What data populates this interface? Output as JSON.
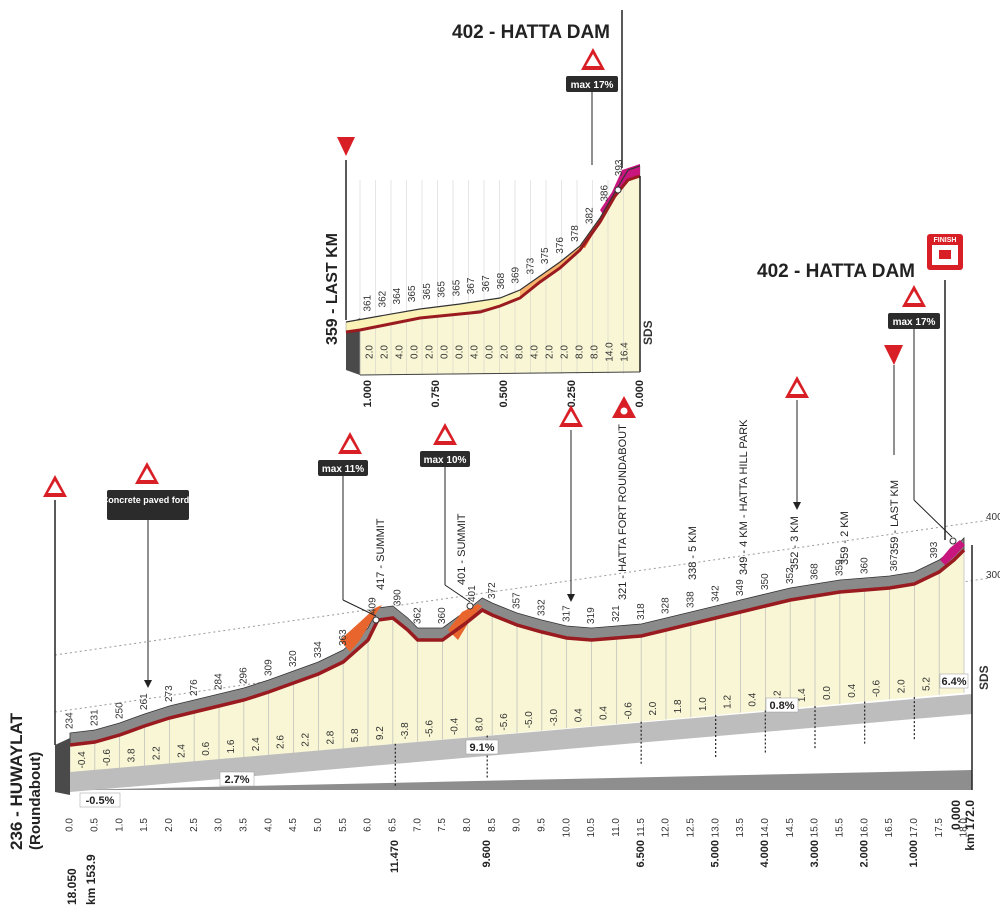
{
  "colors": {
    "profile_line": "#9a1b1f",
    "profile_fill": "#f8f6d4",
    "gray_band": "#8e8e8e",
    "dark_band": "#4a4a4a",
    "steep_orange": "#e8662e",
    "steep_magenta": "#c8167e",
    "light_orange": "#f7b36b",
    "warning_red": "#d81f26",
    "label_box": "#2b2b2b"
  },
  "main": {
    "start_label": "236 - HUWAYLAT",
    "start_sublabel": "(Roundabout)",
    "finish_label": "402 - HATTA DAM",
    "finish_flag": "FINISH",
    "sds": "SDS",
    "alt_ticks": [
      "400",
      "300"
    ],
    "km_start": "km 153.9",
    "km_end": "km 172.0",
    "dist_start": "18.050",
    "dist_end": "0.000",
    "x_ticks": [
      "0.0",
      "0.5",
      "1.0",
      "1.5",
      "2.0",
      "2.5",
      "3.0",
      "3.5",
      "4.0",
      "4.5",
      "5.0",
      "5.5",
      "6.0",
      "6.5",
      "7.0",
      "7.5",
      "8.0",
      "8.5",
      "9.0",
      "9.5",
      "10.0",
      "10.5",
      "11.0",
      "11.5",
      "12.0",
      "12.5",
      "13.0",
      "13.5",
      "14.0",
      "14.5",
      "15.0",
      "15.5",
      "16.0",
      "16.5",
      "17.0",
      "17.5",
      "18.0"
    ],
    "altitudes": [
      "234",
      "231",
      "250",
      "261",
      "273",
      "276",
      "284",
      "296",
      "309",
      "320",
      "334",
      "363",
      "409",
      "390",
      "362",
      "360",
      "401",
      "372",
      "357",
      "332",
      "317",
      "319",
      "321",
      "318",
      "328",
      "338",
      "342",
      "349",
      "350",
      "352",
      "368",
      "359",
      "360",
      "367",
      "393"
    ],
    "gradients_lower": [
      "-0.4",
      "-0.6",
      "3.8",
      "2.2",
      "2.4",
      "0.6",
      "1.6",
      "2.4",
      "2.6",
      "2.2",
      "2.8",
      "5.8",
      "9.2",
      "-3.8",
      "-5.6",
      "-0.4",
      "8.0",
      "-5.6",
      "-5.0",
      "-3.0",
      "0.4",
      "0.4",
      "-0.6",
      "2.0",
      "1.8",
      "1.0",
      "1.2",
      "0.4",
      "0.2",
      "1.4",
      "0.0",
      "0.4",
      "-0.6",
      "2.0",
      "5.2"
    ],
    "avg_gradients": [
      "-0.5%",
      "2.7%",
      "9.1%",
      "0.8%",
      "6.4%"
    ],
    "remaining_labels": [
      "11.470",
      "9.600",
      "6.500",
      "5.000",
      "4.000",
      "3.000",
      "2.000",
      "1.000"
    ],
    "points": [
      {
        "name": "Concrete paved fords"
      },
      {
        "name": "max 11%"
      },
      {
        "name": "417 - SUMMIT"
      },
      {
        "name": "max 10%"
      },
      {
        "name": "401 - SUMMIT"
      },
      {
        "name": "321 - HATTA FORT ROUNDABOUT"
      },
      {
        "name": "338 - 5 KM"
      },
      {
        "name": "349 - 4 KM - HATTA HILL PARK"
      },
      {
        "name": "352 - 3 KM"
      },
      {
        "name": "359 - 2 KM"
      },
      {
        "name": "359 - LAST KM"
      },
      {
        "name": "max 17%"
      }
    ]
  },
  "inset": {
    "title": "402 - HATTA DAM",
    "last_km": "359 - LAST KM",
    "max_label": "max 17%",
    "sds": "SDS",
    "altitudes": [
      "361",
      "362",
      "364",
      "365",
      "365",
      "365",
      "365",
      "367",
      "367",
      "368",
      "369",
      "373",
      "375",
      "376",
      "378",
      "382",
      "386",
      "393"
    ],
    "gradients": [
      "2.0",
      "2.0",
      "4.0",
      "0.0",
      "2.0",
      "0.0",
      "0.0",
      "4.0",
      "0.0",
      "2.0",
      "8.0",
      "4.0",
      "2.0",
      "2.0",
      "8.0",
      "8.0",
      "14.0",
      "16.4"
    ],
    "x_ticks": [
      "1.000",
      "0.750",
      "0.500",
      "0.250",
      "0.000"
    ]
  }
}
